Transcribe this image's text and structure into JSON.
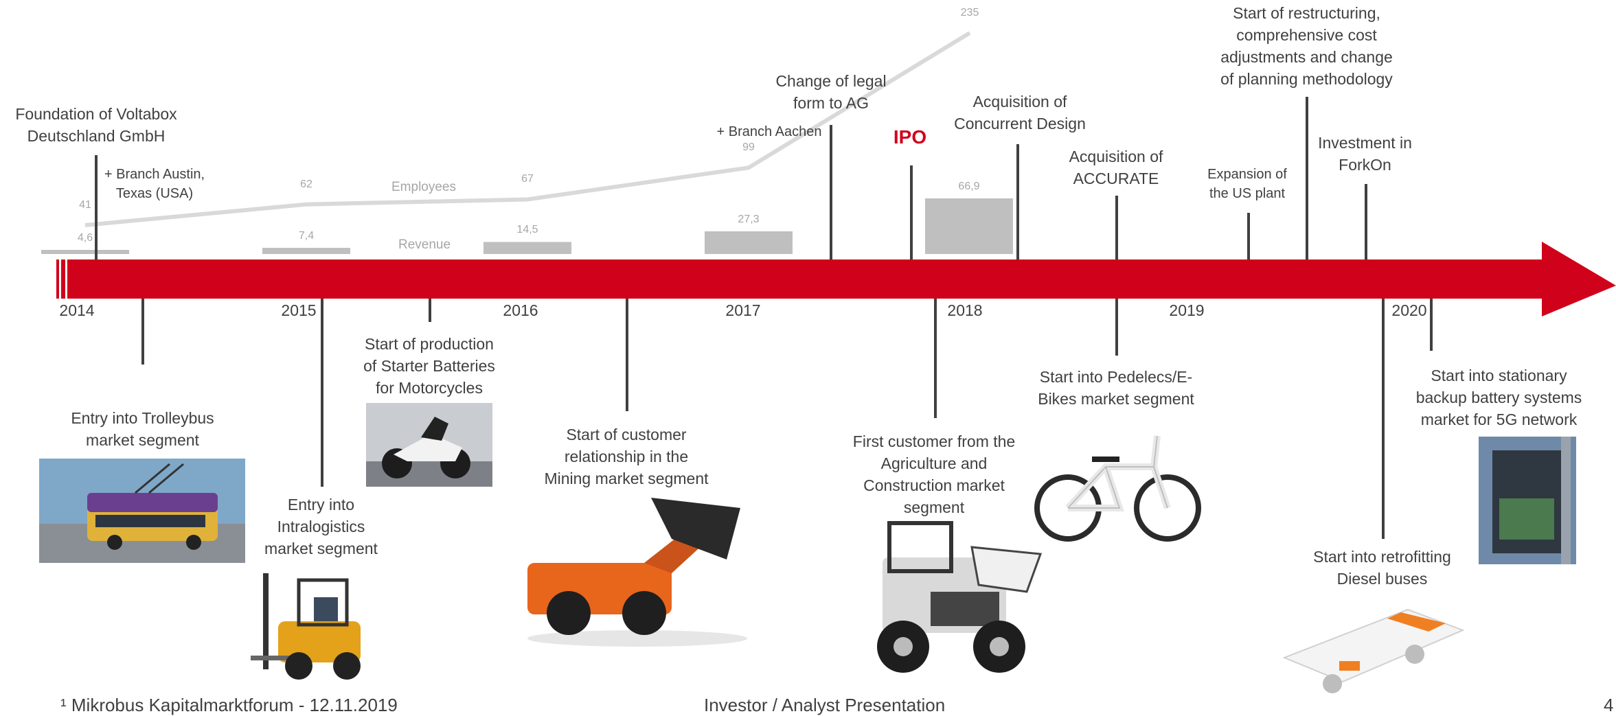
{
  "colors": {
    "accent": "#d0021b",
    "text": "#404040",
    "muted": "#a6a6a6",
    "bars": "#bfbfbf"
  },
  "chart_data": {
    "type": "bar",
    "categories": [
      "2014",
      "2015",
      "2016",
      "2017",
      "2018"
    ],
    "series": [
      {
        "name": "Revenue",
        "values": [
          4.6,
          7.4,
          14.5,
          27.3,
          66.9
        ],
        "labels": [
          "4,6",
          "7,4",
          "14,5",
          "27,3",
          "66,9"
        ]
      },
      {
        "name": "Employees",
        "values": [
          41,
          62,
          67,
          99,
          235
        ],
        "labels": [
          "41",
          "62",
          "67",
          "99",
          "235"
        ]
      }
    ]
  },
  "timeline": {
    "years": [
      "2014",
      "2015",
      "2016",
      "2017",
      "2018",
      "2019",
      "2020"
    ],
    "events_above": {
      "foundation": "Foundation of Voltabox\nDeutschland GmbH",
      "branch_austin": "+ Branch Austin,\nTexas (USA)",
      "branch_aachen": "+ Branch Aachen",
      "legal_form": "Change of legal\nform to AG",
      "ipo": "IPO",
      "concurrent": "Acquisition of\nConcurrent Design",
      "accurate": "Acquisition of\nACCURATE",
      "us_plant": "Expansion of\nthe US plant",
      "restructuring": "Start of restructuring,\ncomprehensive cost\nadjustments and change\nof planning methodology",
      "forkon": "Investment in\nForkOn"
    },
    "events_below": {
      "trolleybus": "Entry into Trolleybus\nmarket segment",
      "intralogistics": "Entry into\nIntralogistics\nmarket segment",
      "starter": "Start of production\nof Starter Batteries\nfor Motorcycles",
      "mining": "Start of customer\nrelationship in the\nMining market segment",
      "agriculture": "First customer from the\nAgriculture and\nConstruction market\nsegment",
      "pedelecs": "Start into Pedelecs/E-\nBikes market segment",
      "retrofit": "Start into retrofitting\nDiesel buses",
      "stationary": "Start into stationary\nbackup battery systems\nmarket for 5G network"
    }
  },
  "footer": {
    "left": "¹ Mikrobus Kapitalmarktforum - 12.11.2019",
    "center": "Investor / Analyst Presentation",
    "right": "4"
  }
}
